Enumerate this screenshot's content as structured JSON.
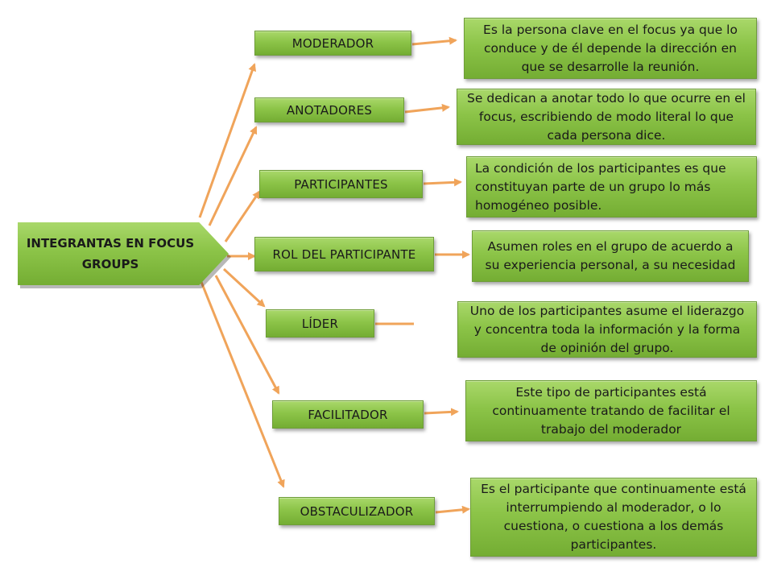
{
  "root": {
    "label": "INTEGRANTAS EN FOCUS GROUPS"
  },
  "roles": [
    {
      "label": "MODERADOR",
      "description": "Es la persona clave en el focus ya que lo conduce y de él depende la dirección en que se desarrolle la reunión."
    },
    {
      "label": "ANOTADORES",
      "description": "Se dedican a anotar todo lo que ocurre en el focus, escribiendo de modo literal lo que cada persona dice."
    },
    {
      "label": "PARTICIPANTES",
      "description": "La condición de los participantes es que constituyan parte de un grupo lo más homogéneo posible."
    },
    {
      "label": "ROL DEL PARTICIPANTE",
      "description": "Asumen roles en el grupo de acuerdo a su experiencia personal, a su necesidad"
    },
    {
      "label": "LÍDER",
      "description": "Uno de los participantes asume el liderazgo y concentra toda la información y la forma de opinión del grupo."
    },
    {
      "label": "FACILITADOR",
      "description": "Este tipo de participantes está continuamente tratando de facilitar el trabajo del moderador"
    },
    {
      "label": "OBSTACULIZADOR",
      "description": "Es el participante que continuamente está interrumpiendo al moderador, o lo cuestiona, o cuestiona a los demás participantes."
    }
  ],
  "colors": {
    "box_fill": "#8cc448",
    "arrow": "#f0a45a",
    "text": "#1a1a1a"
  }
}
